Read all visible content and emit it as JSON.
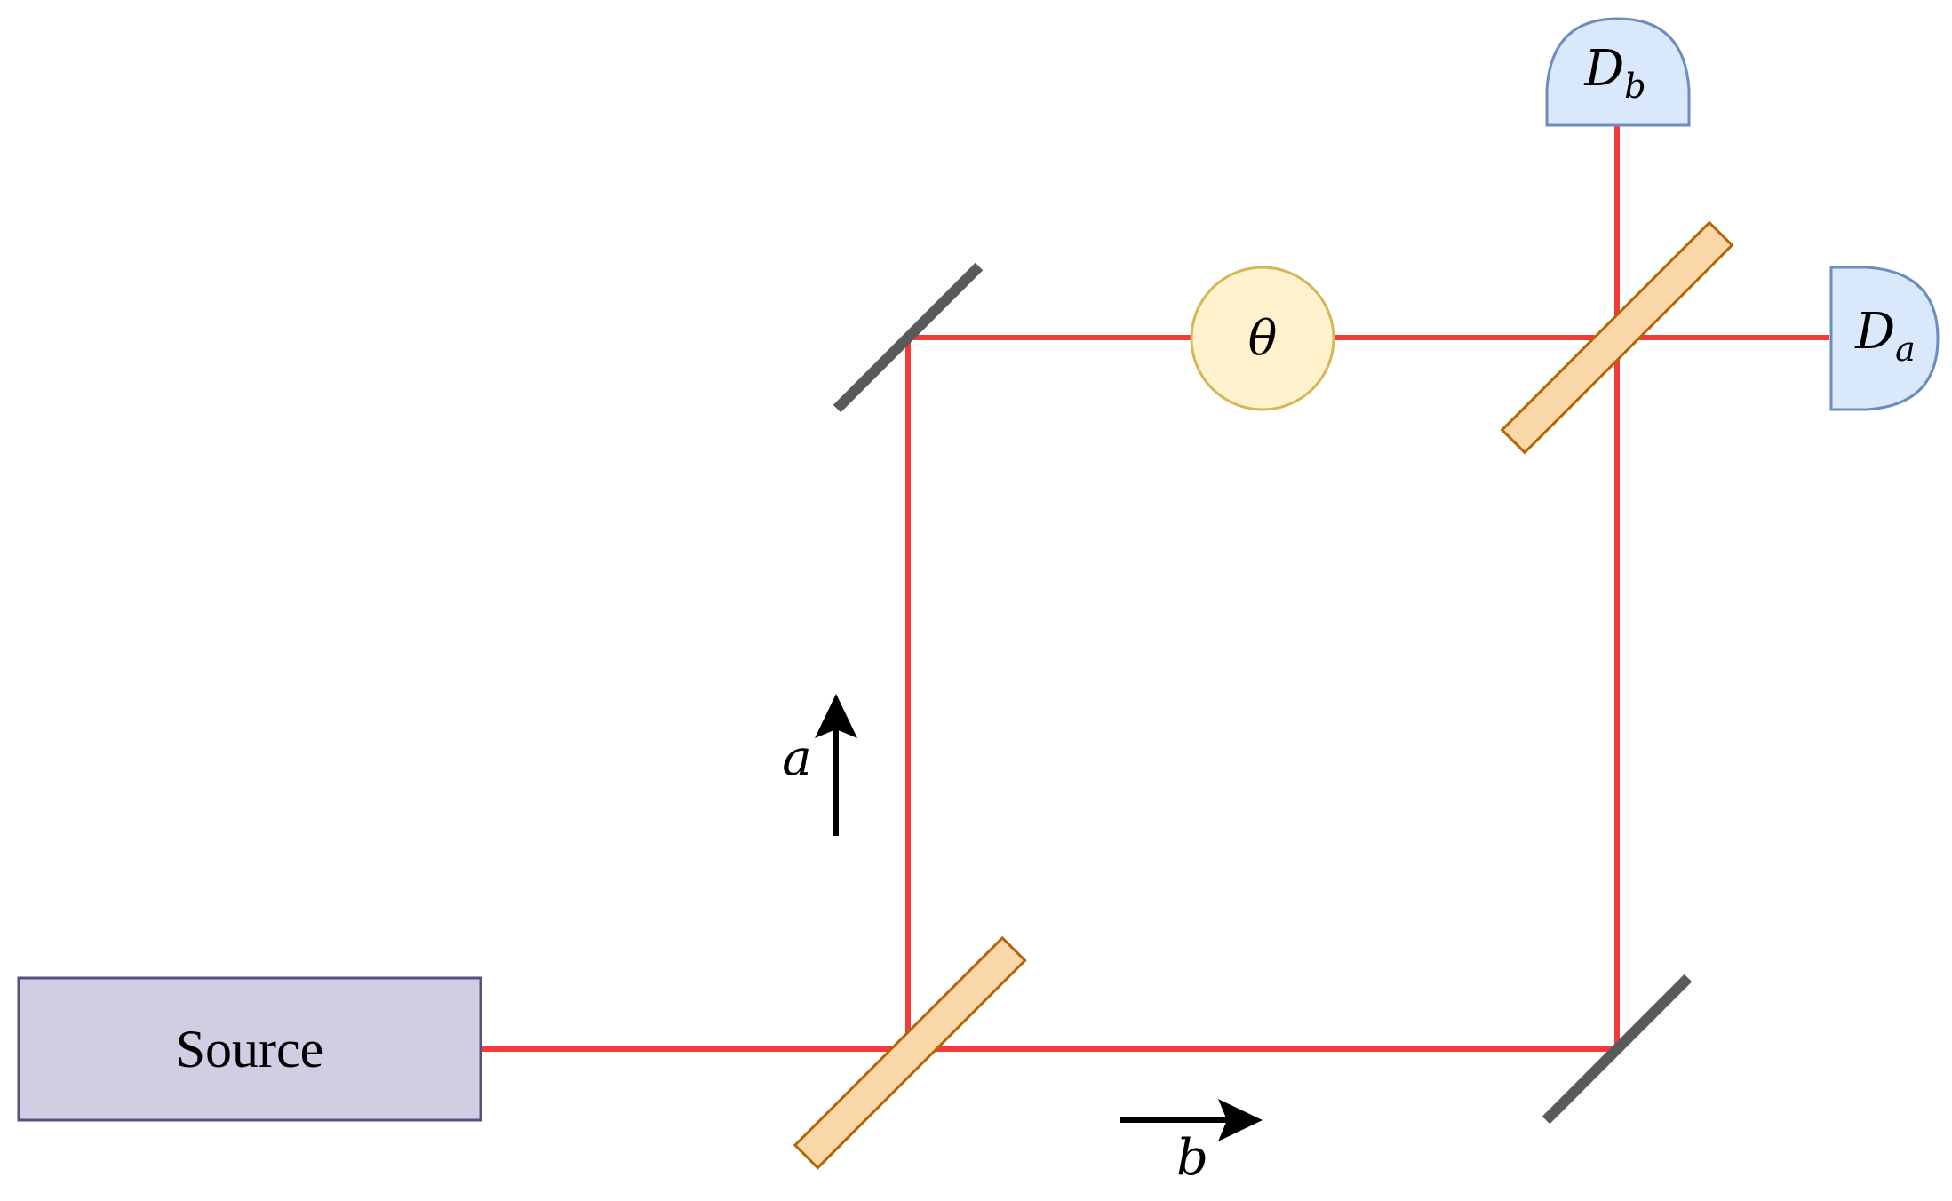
{
  "diagram": {
    "source": {
      "label": "Source"
    },
    "phase_shifter": {
      "label": "θ"
    },
    "detector_a": {
      "label": "D",
      "subscript": "a"
    },
    "detector_b": {
      "label": "D",
      "subscript": "b"
    },
    "arrow_a": {
      "label": "a"
    },
    "arrow_b": {
      "label": "b"
    }
  },
  "colors": {
    "beam": "#f23a3a",
    "splitter_fill": "#fad7a8",
    "splitter_stroke": "#b46504",
    "mirror": "#5a5a5a",
    "source_fill": "#d0cee2",
    "source_stroke": "#56517e",
    "phase_fill": "#fff2cc",
    "phase_stroke": "#d6b656",
    "detector_fill": "#dae8fc",
    "detector_stroke": "#6c8ebf",
    "arrow": "#000000"
  }
}
